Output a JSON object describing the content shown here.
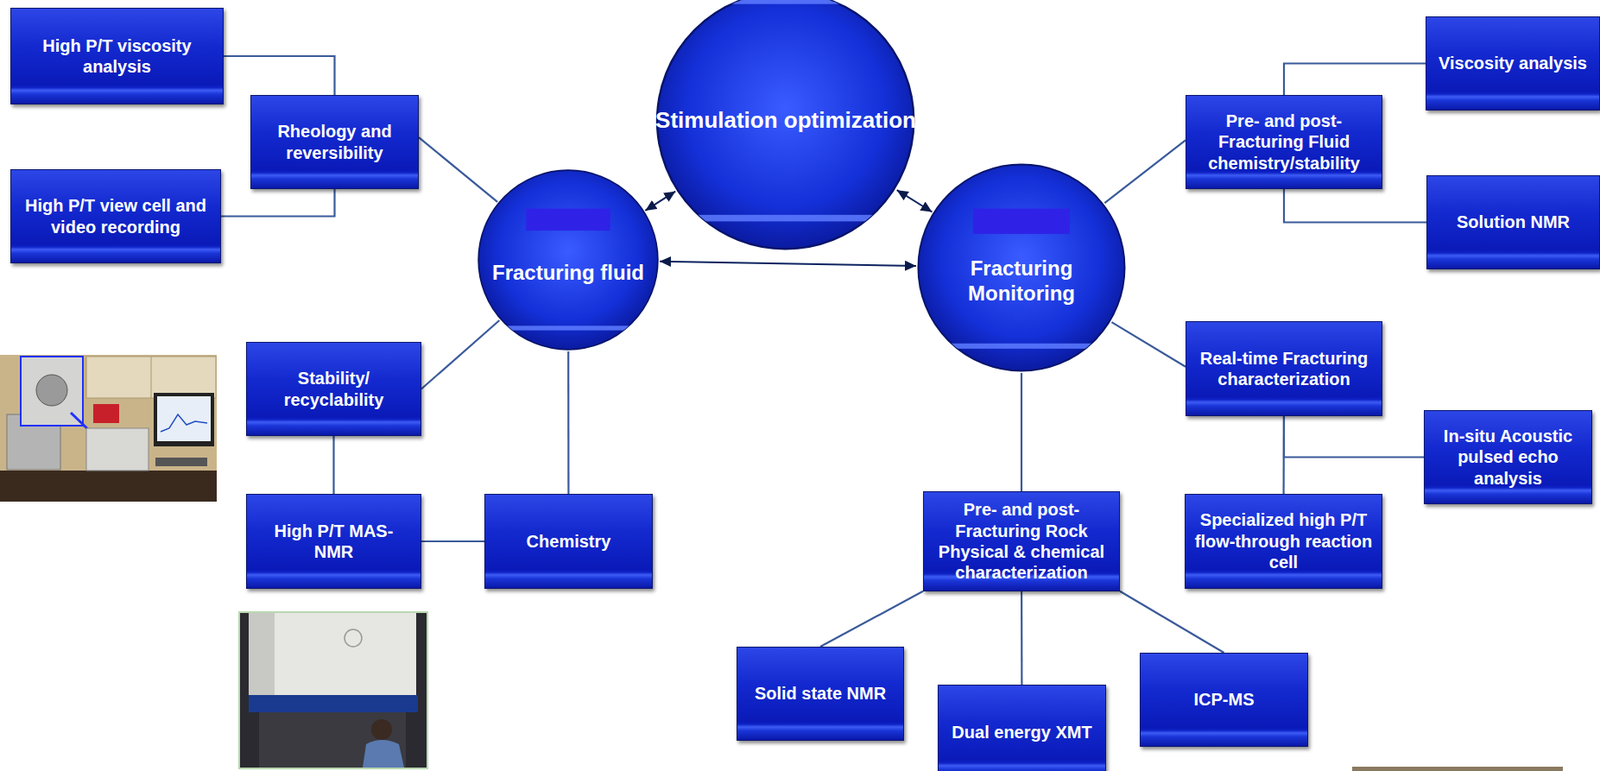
{
  "diagram": {
    "nodes": [
      {
        "text": [
          "High P/T viscosity analysis"
        ]
      },
      {
        "text": [
          "Stimulation optimization"
        ]
      },
      {
        "text": [
          "Viscosity analysis"
        ]
      },
      {
        "text": [
          "Rheology and reversibility"
        ]
      },
      {
        "text": [
          "Pre- and post- Fracturing Fluid chemistry/stability"
        ]
      },
      {
        "text": [
          "High P/T view cell and video recording"
        ]
      },
      {
        "text": [
          "Solution NMR"
        ]
      },
      {
        "text": [
          "Fracturing fluid"
        ]
      },
      {
        "text": [
          "Fracturing Monitoring"
        ]
      },
      {
        "text": [
          "Real-time Fracturing characterization"
        ]
      },
      {
        "text": [
          "Stability/ recyclability"
        ]
      },
      {
        "text": [
          "In-situ Acoustic pulsed echo analysis"
        ]
      },
      {
        "text": [
          "High P/T MAS-NMR"
        ]
      },
      {
        "text": [
          "Chemistry"
        ]
      },
      {
        "text": [
          "Pre- and post- Fracturing Rock Physical & chemical characterization"
        ]
      },
      {
        "text": [
          "Specialized high P/T flow-through reaction cell"
        ]
      },
      {
        "text": [
          "Solid state NMR"
        ]
      },
      {
        "text": [
          "ICP-MS"
        ]
      },
      {
        "text": [
          "Dual energy XMT"
        ]
      }
    ],
    "edges": [
      {
        "from": 1,
        "to": 7,
        "arrow": "both"
      },
      {
        "from": 1,
        "to": 8,
        "arrow": "both"
      },
      {
        "from": 7,
        "to": 8,
        "arrow": "both"
      },
      {
        "from": 0,
        "to": 3,
        "arrow": "none"
      },
      {
        "from": 5,
        "to": 3,
        "arrow": "none"
      },
      {
        "from": 3,
        "to": 7,
        "arrow": "none"
      },
      {
        "from": 10,
        "to": 7,
        "arrow": "none"
      },
      {
        "from": 10,
        "to": 12,
        "arrow": "none"
      },
      {
        "from": 12,
        "to": 13,
        "arrow": "none"
      },
      {
        "from": 13,
        "to": 7,
        "arrow": "none"
      },
      {
        "from": 8,
        "to": 4,
        "arrow": "none"
      },
      {
        "from": 4,
        "to": 2,
        "arrow": "none"
      },
      {
        "from": 4,
        "to": 6,
        "arrow": "none"
      },
      {
        "from": 8,
        "to": 9,
        "arrow": "none"
      },
      {
        "from": 9,
        "to": 11,
        "arrow": "none"
      },
      {
        "from": 9,
        "to": 15,
        "arrow": "none"
      },
      {
        "from": 8,
        "to": 14,
        "arrow": "none"
      },
      {
        "from": 14,
        "to": 16,
        "arrow": "none"
      },
      {
        "from": 14,
        "to": 18,
        "arrow": "none"
      },
      {
        "from": 14,
        "to": 17,
        "arrow": "none"
      }
    ]
  }
}
